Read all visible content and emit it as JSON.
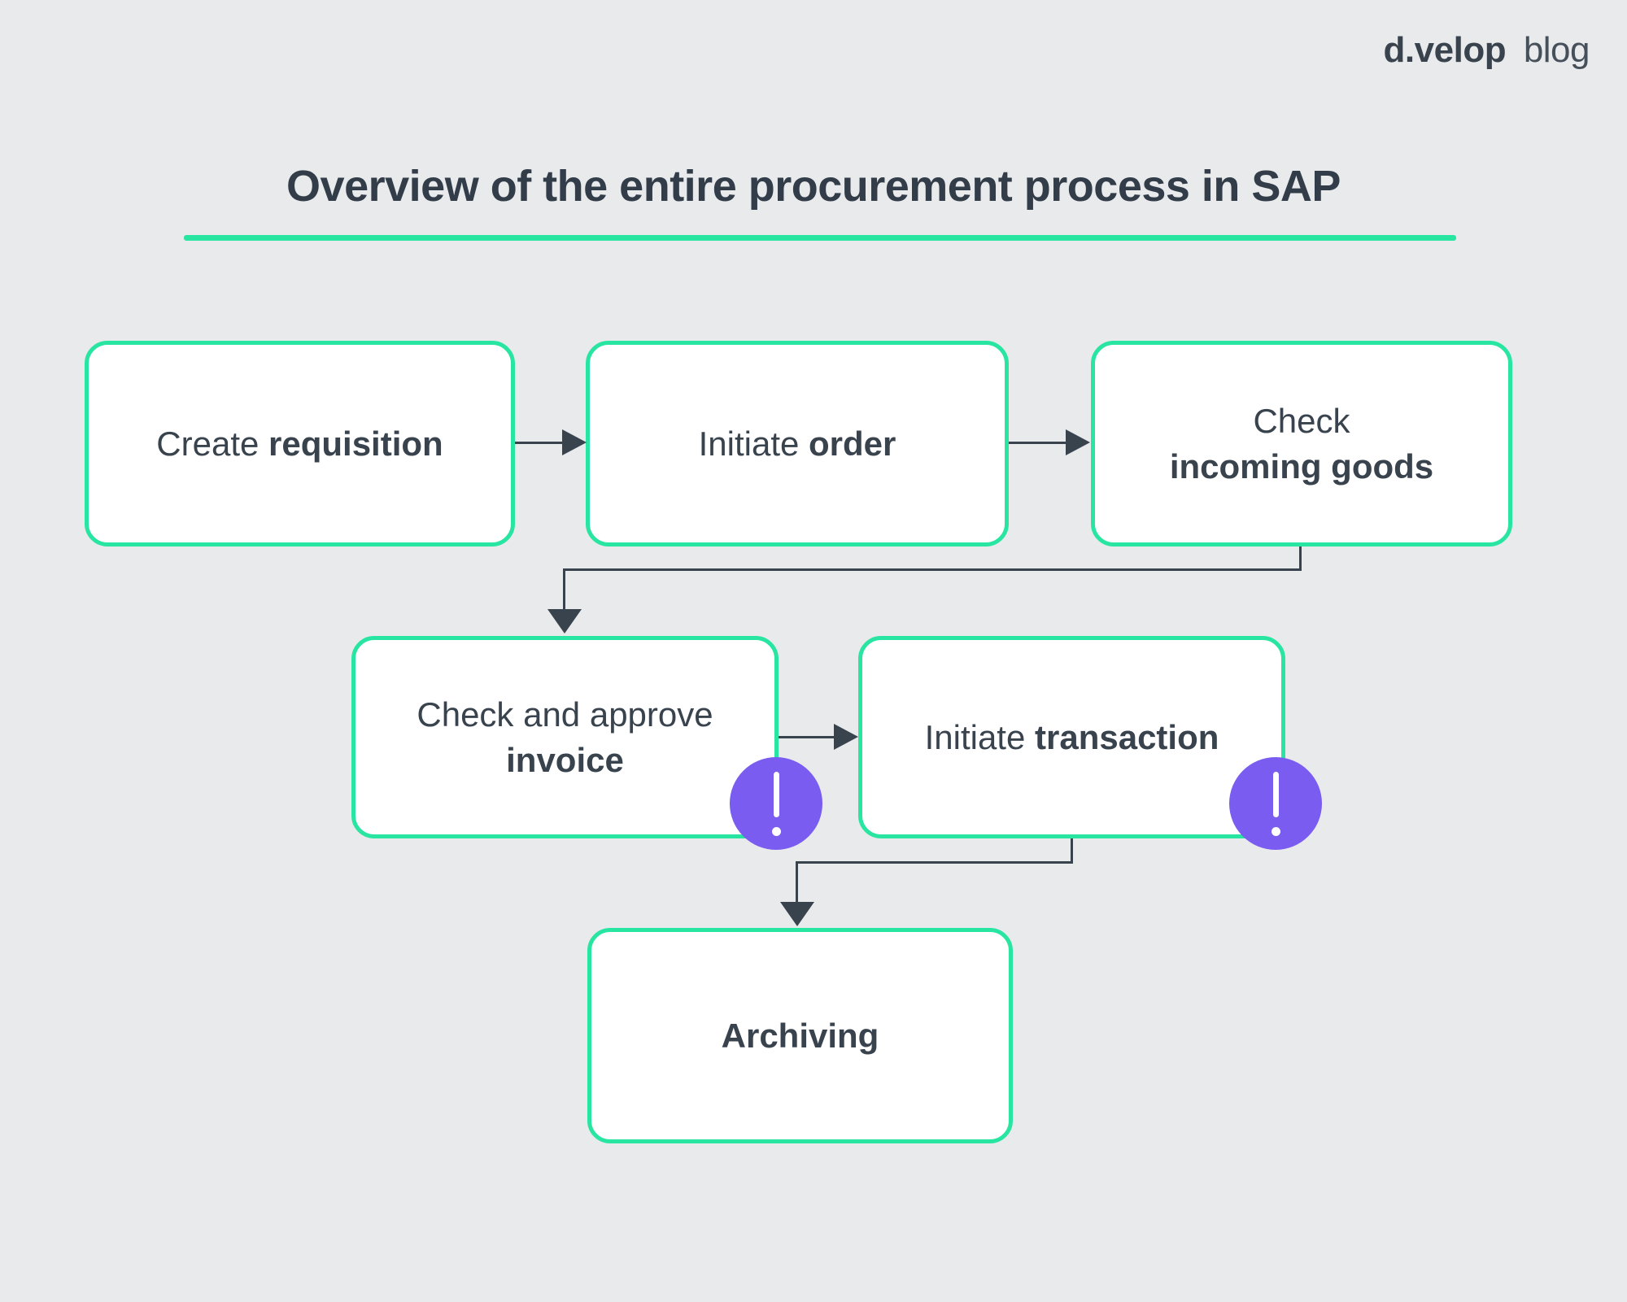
{
  "header": {
    "logo_bold": "d.velop",
    "logo_light": "blog"
  },
  "title": {
    "text": "Overview of the entire procurement process in SAP"
  },
  "colors": {
    "background": "#e8eaec",
    "accent_green": "#28e5a2",
    "text_dark": "#39434e",
    "badge_purple": "#7a5cf0",
    "box_background": "#ffffff"
  },
  "nodes": [
    {
      "id": "create-requisition",
      "regular": "Create ",
      "bold": "requisition"
    },
    {
      "id": "initiate-order",
      "regular": "Initiate ",
      "bold": "order"
    },
    {
      "id": "check-incoming-goods",
      "regular": "Check",
      "bold": "incoming goods"
    },
    {
      "id": "check-approve-invoice",
      "regular": "Check and approve",
      "bold": "invoice"
    },
    {
      "id": "initiate-transaction",
      "regular": "Initiate ",
      "bold": "transaction"
    },
    {
      "id": "archiving",
      "regular": "",
      "bold": "Archiving"
    }
  ],
  "badge": {
    "symbol": "!"
  }
}
